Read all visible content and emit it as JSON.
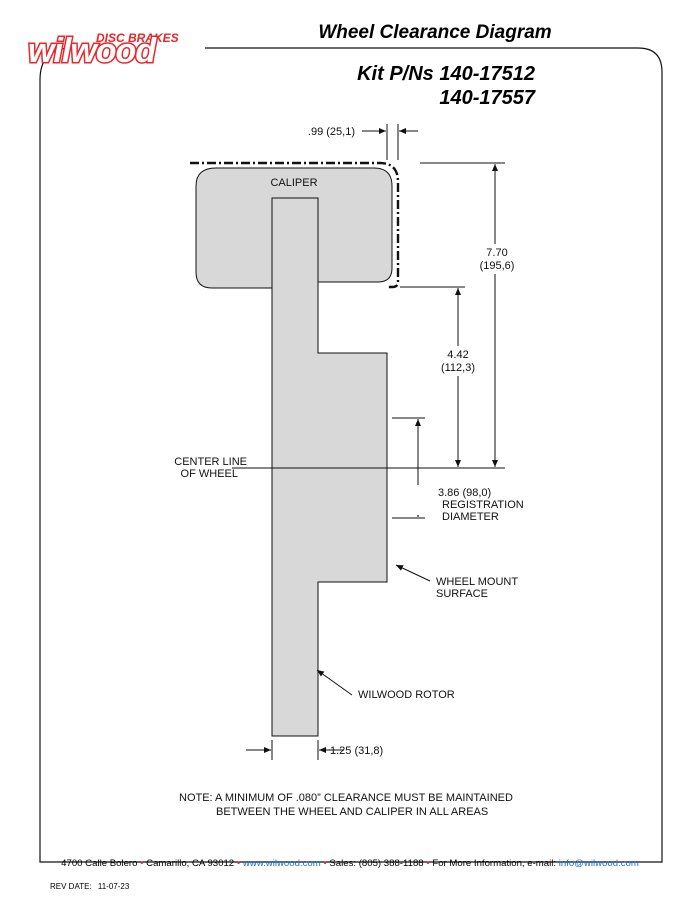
{
  "logo": {
    "brand": "wilwood",
    "tagline": "DISC BRAKES",
    "color": "#e8262b"
  },
  "header": {
    "title": "Wheel Clearance Diagram",
    "kit_line1": "Kit P/Ns 140-17512",
    "kit_line2": "140-17557"
  },
  "labels": {
    "caliper": "CALIPER",
    "center_line_1": "CENTER LINE",
    "center_line_2": "OF WHEEL",
    "mount_1": "WHEEL MOUNT",
    "mount_2": "SURFACE",
    "rotor": "WILWOOD ROTOR"
  },
  "dimensions": {
    "top_offset": ".99 (25,1)",
    "height_1": "7.70",
    "height_1_mm": "(195,6)",
    "height_2": "4.42",
    "height_2_mm": "(112,3)",
    "reg_1": "3.86 (98,0)",
    "reg_2": "REGISTRATION",
    "reg_3": "DIAMETER",
    "width": "1.25 (31,8)"
  },
  "note": {
    "line1": "NOTE: A MINIMUM OF .080” CLEARANCE MUST BE MAINTAINED",
    "line2": "BETWEEN THE WHEEL AND CALIPER IN ALL AREAS"
  },
  "footer": {
    "address": "4700 Calle Bolero",
    "sep1": " • ",
    "city": "Camarillo, CA 93012",
    "sep2": " • ",
    "web": "www.wilwood.com",
    "sep3": " • ",
    "sales": "Sales: (805) 388-1188",
    "sep4": " • ",
    "info": "For More Information, e-mail: ",
    "email": "info@wilwood.com",
    "link_color": "#1f6fc5",
    "sep_color": "#e8262b"
  },
  "rev": {
    "label": "REV DATE:",
    "date": "11-07-23"
  },
  "colors": {
    "part_fill": "#d8d8d8",
    "line": "#111111"
  }
}
